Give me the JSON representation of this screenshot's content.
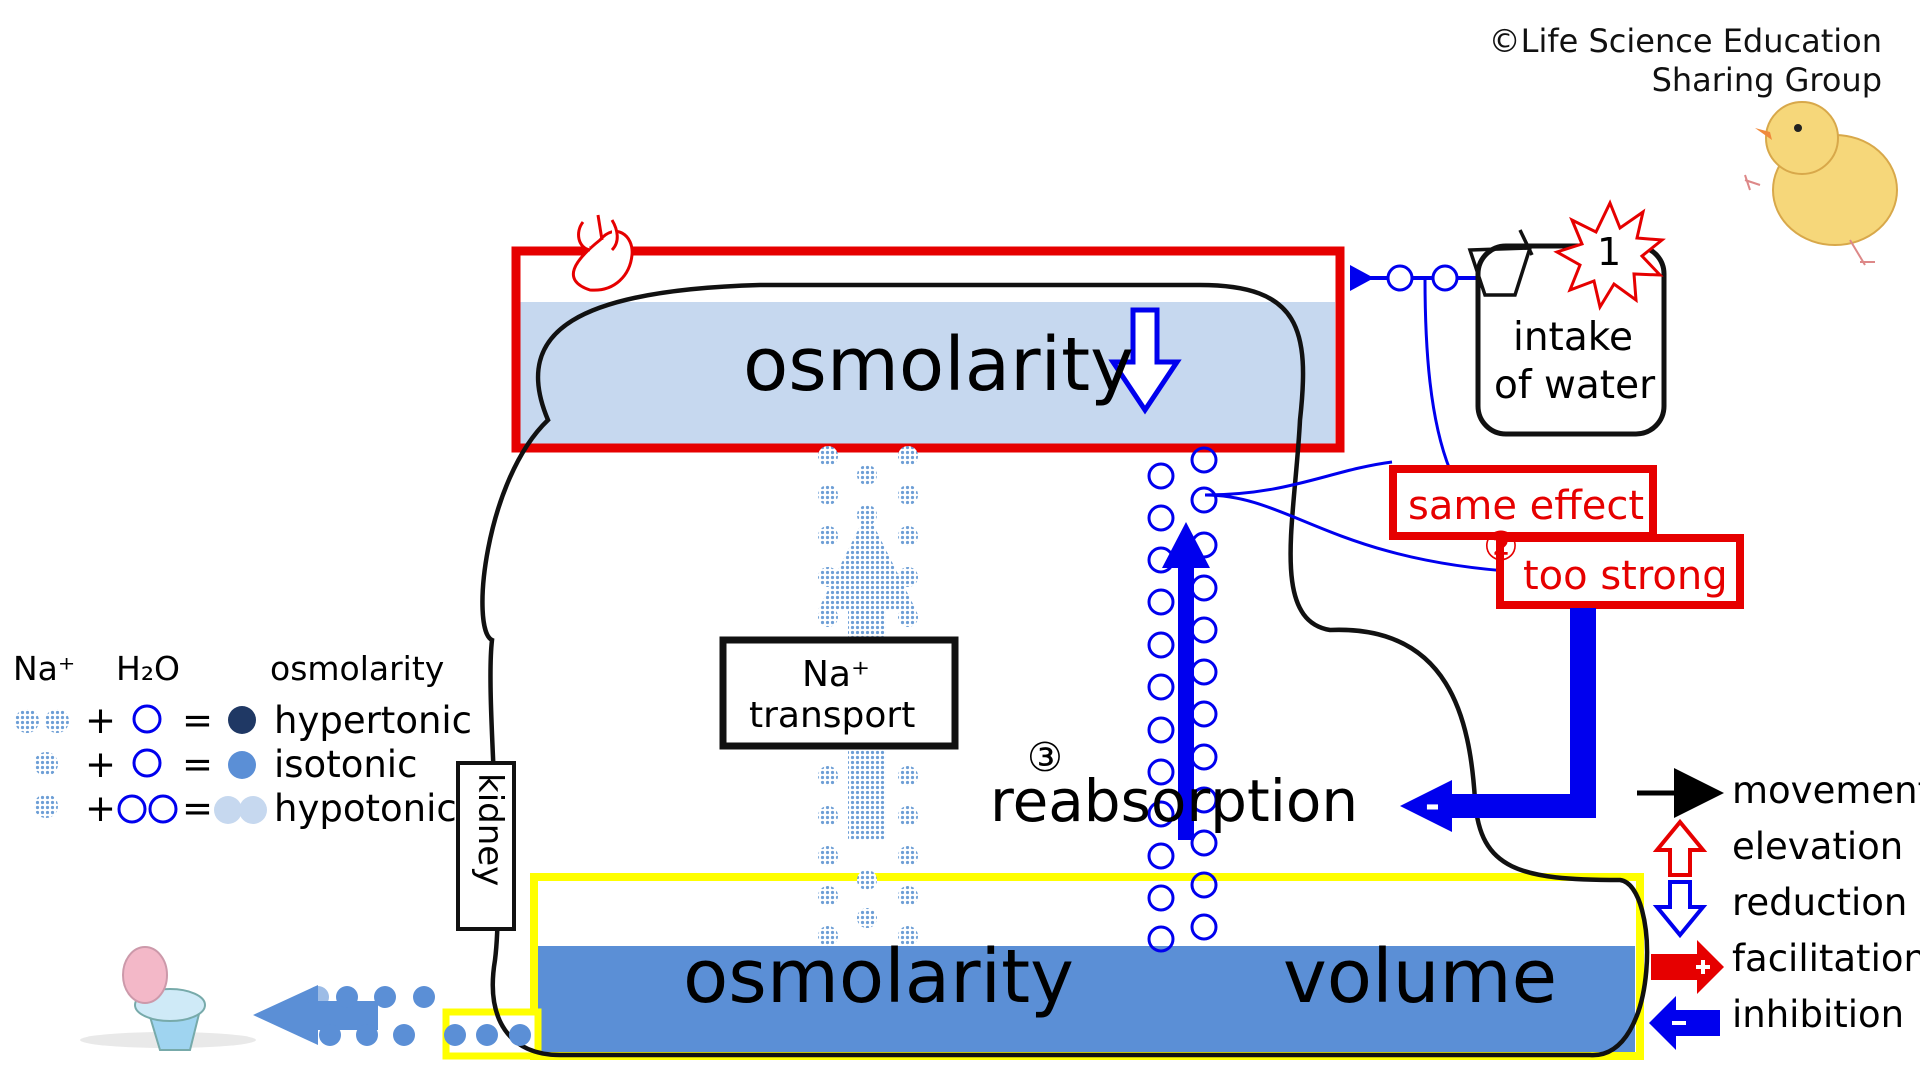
{
  "copyright": "©Life Science Education\nSharing Group",
  "blood": {
    "osmolarity_label": "osmolarity"
  },
  "intake": {
    "label_line1": "intake",
    "label_line2": "of water",
    "step_number": "1"
  },
  "effects": {
    "same_effect": "same effect",
    "too_strong": "too strong",
    "step_number": "②"
  },
  "kidney": {
    "label": "kidney",
    "transport_line1": "Na⁺",
    "transport_line2": "transport",
    "reabsorption": "reabsorption",
    "reabsorption_step": "③",
    "minus_sign": "-"
  },
  "urine": {
    "osmolarity_label": "osmolarity",
    "volume_label": "volume"
  },
  "composition_legend": {
    "headers": [
      "Na⁺",
      "H₂O",
      "osmolarity"
    ],
    "rows": [
      {
        "plus": "+",
        "equals": "=",
        "result": "hypertonic"
      },
      {
        "plus": "+",
        "equals": "=",
        "result": "isotonic"
      },
      {
        "plus": "+",
        "equals": "=",
        "result": "hypotonic"
      }
    ]
  },
  "arrow_legend": [
    {
      "label": "movement",
      "icon": "black-arrow-icon"
    },
    {
      "label": "elevation",
      "icon": "red-up-arrow-icon"
    },
    {
      "label": "reduction",
      "icon": "blue-down-arrow-icon"
    },
    {
      "label": "facilitation",
      "icon": "red-plus-arrow-icon"
    },
    {
      "label": "inhibition",
      "icon": "blue-minus-arrow-icon"
    }
  ],
  "colors": {
    "red": "#e60000",
    "blue": "#0000ee",
    "light_blue": "#c6d8ef",
    "mid_blue": "#5b8fd6",
    "dark_navy": "#1f3864",
    "yellow": "#ffff00",
    "dotted_blue": "#7ba7d9"
  }
}
